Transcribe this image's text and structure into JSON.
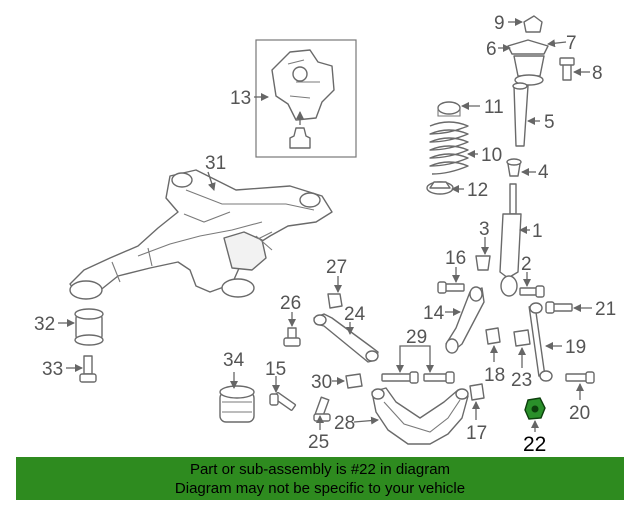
{
  "callouts": [
    {
      "id": "c1",
      "label": "1"
    },
    {
      "id": "c2",
      "label": "2"
    },
    {
      "id": "c3",
      "label": "3"
    },
    {
      "id": "c4",
      "label": "4"
    },
    {
      "id": "c5",
      "label": "5"
    },
    {
      "id": "c6",
      "label": "6"
    },
    {
      "id": "c7",
      "label": "7"
    },
    {
      "id": "c8",
      "label": "8"
    },
    {
      "id": "c9",
      "label": "9"
    },
    {
      "id": "c10",
      "label": "10"
    },
    {
      "id": "c11",
      "label": "11"
    },
    {
      "id": "c12",
      "label": "12"
    },
    {
      "id": "c13",
      "label": "13"
    },
    {
      "id": "c14",
      "label": "14"
    },
    {
      "id": "c15",
      "label": "15"
    },
    {
      "id": "c16",
      "label": "16"
    },
    {
      "id": "c17",
      "label": "17"
    },
    {
      "id": "c18",
      "label": "18"
    },
    {
      "id": "c19",
      "label": "19"
    },
    {
      "id": "c20",
      "label": "20"
    },
    {
      "id": "c21",
      "label": "21"
    },
    {
      "id": "c22",
      "label": "22"
    },
    {
      "id": "c23",
      "label": "23"
    },
    {
      "id": "c24",
      "label": "24"
    },
    {
      "id": "c25",
      "label": "25"
    },
    {
      "id": "c26",
      "label": "26"
    },
    {
      "id": "c27",
      "label": "27"
    },
    {
      "id": "c28",
      "label": "28"
    },
    {
      "id": "c29",
      "label": "29"
    },
    {
      "id": "c30",
      "label": "30"
    },
    {
      "id": "c31",
      "label": "31"
    },
    {
      "id": "c32",
      "label": "32"
    },
    {
      "id": "c33",
      "label": "33"
    },
    {
      "id": "c34",
      "label": "34"
    }
  ],
  "highlight": {
    "part_number": "22",
    "color": "#2a8f2a"
  },
  "banner": {
    "line1": "Part or sub-assembly is #22 in diagram",
    "line2": "Diagram may not be specific to your vehicle",
    "background": "#2e8b1f"
  }
}
